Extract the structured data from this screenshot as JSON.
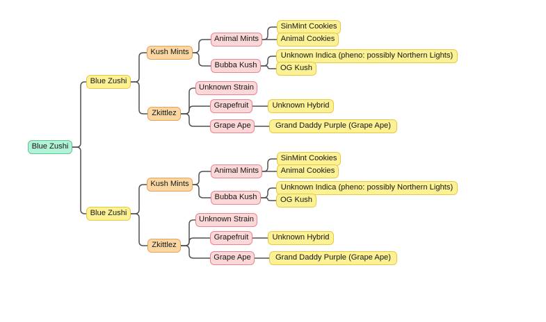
{
  "canvas": "#ffffff",
  "palette": {
    "canvas": "#ffffff",
    "root-bg": "#b2f3d5",
    "root-border": "#58c795",
    "yellow-bg": "#fcf295",
    "yellow-border": "#e9c83f",
    "orange-bg": "#fbd7a3",
    "orange-border": "#ee9e55",
    "pink-bg": "#fbd7d7",
    "pink-border": "#e9838f",
    "edge": "#4f4f4f",
    "text": "#161616"
  },
  "tree": {
    "label": "Blue Zushi",
    "variant": "root",
    "children": [
      {
        "label": "Blue Zushi",
        "variant": "yellow",
        "children": [
          {
            "label": "Kush Mints",
            "variant": "orange",
            "children": [
              {
                "label": "Animal Mints",
                "variant": "pink",
                "children": [
                  {
                    "label": "SinMint Cookies",
                    "variant": "yellow",
                    "children": []
                  },
                  {
                    "label": "Animal Cookies",
                    "variant": "yellow",
                    "children": []
                  }
                ]
              },
              {
                "label": "Bubba Kush",
                "variant": "pink",
                "children": [
                  {
                    "label": "Unknown Indica (pheno: possibly Northern Lights)",
                    "variant": "yellow",
                    "children": []
                  },
                  {
                    "label": "OG Kush",
                    "variant": "yellow",
                    "children": []
                  }
                ]
              }
            ]
          },
          {
            "label": "Zkittlez",
            "variant": "orange",
            "children": [
              {
                "label": "Unknown Strain",
                "variant": "pink",
                "children": []
              },
              {
                "label": "Grapefruit",
                "variant": "pink",
                "children": [
                  {
                    "label": "Unknown Hybrid",
                    "variant": "yellow",
                    "children": []
                  }
                ]
              },
              {
                "label": "Grape Ape",
                "variant": "pink",
                "children": [
                  {
                    "label": "Grand Daddy Purple (Grape Ape)",
                    "variant": "yellow",
                    "children": []
                  }
                ]
              }
            ]
          }
        ]
      },
      {
        "label": "Blue Zushi",
        "variant": "yellow",
        "children": [
          {
            "label": "Kush Mints",
            "variant": "orange",
            "children": [
              {
                "label": "Animal Mints",
                "variant": "pink",
                "children": [
                  {
                    "label": "SinMint Cookies",
                    "variant": "yellow",
                    "children": []
                  },
                  {
                    "label": "Animal Cookies",
                    "variant": "yellow",
                    "children": []
                  }
                ]
              },
              {
                "label": "Bubba Kush",
                "variant": "pink",
                "children": [
                  {
                    "label": "Unknown Indica (pheno: possibly Northern Lights)",
                    "variant": "yellow",
                    "children": []
                  },
                  {
                    "label": "OG Kush",
                    "variant": "yellow",
                    "children": []
                  }
                ]
              }
            ]
          },
          {
            "label": "Zkittlez",
            "variant": "orange",
            "children": [
              {
                "label": "Unknown Strain",
                "variant": "pink",
                "children": []
              },
              {
                "label": "Grapefruit",
                "variant": "pink",
                "children": [
                  {
                    "label": "Unknown Hybrid",
                    "variant": "yellow",
                    "children": []
                  }
                ]
              },
              {
                "label": "Grape Ape",
                "variant": "pink",
                "children": [
                  {
                    "label": "Grand Daddy Purple (Grape Ape)",
                    "variant": "yellow",
                    "children": []
                  }
                ]
              }
            ]
          }
        ]
      }
    ]
  }
}
